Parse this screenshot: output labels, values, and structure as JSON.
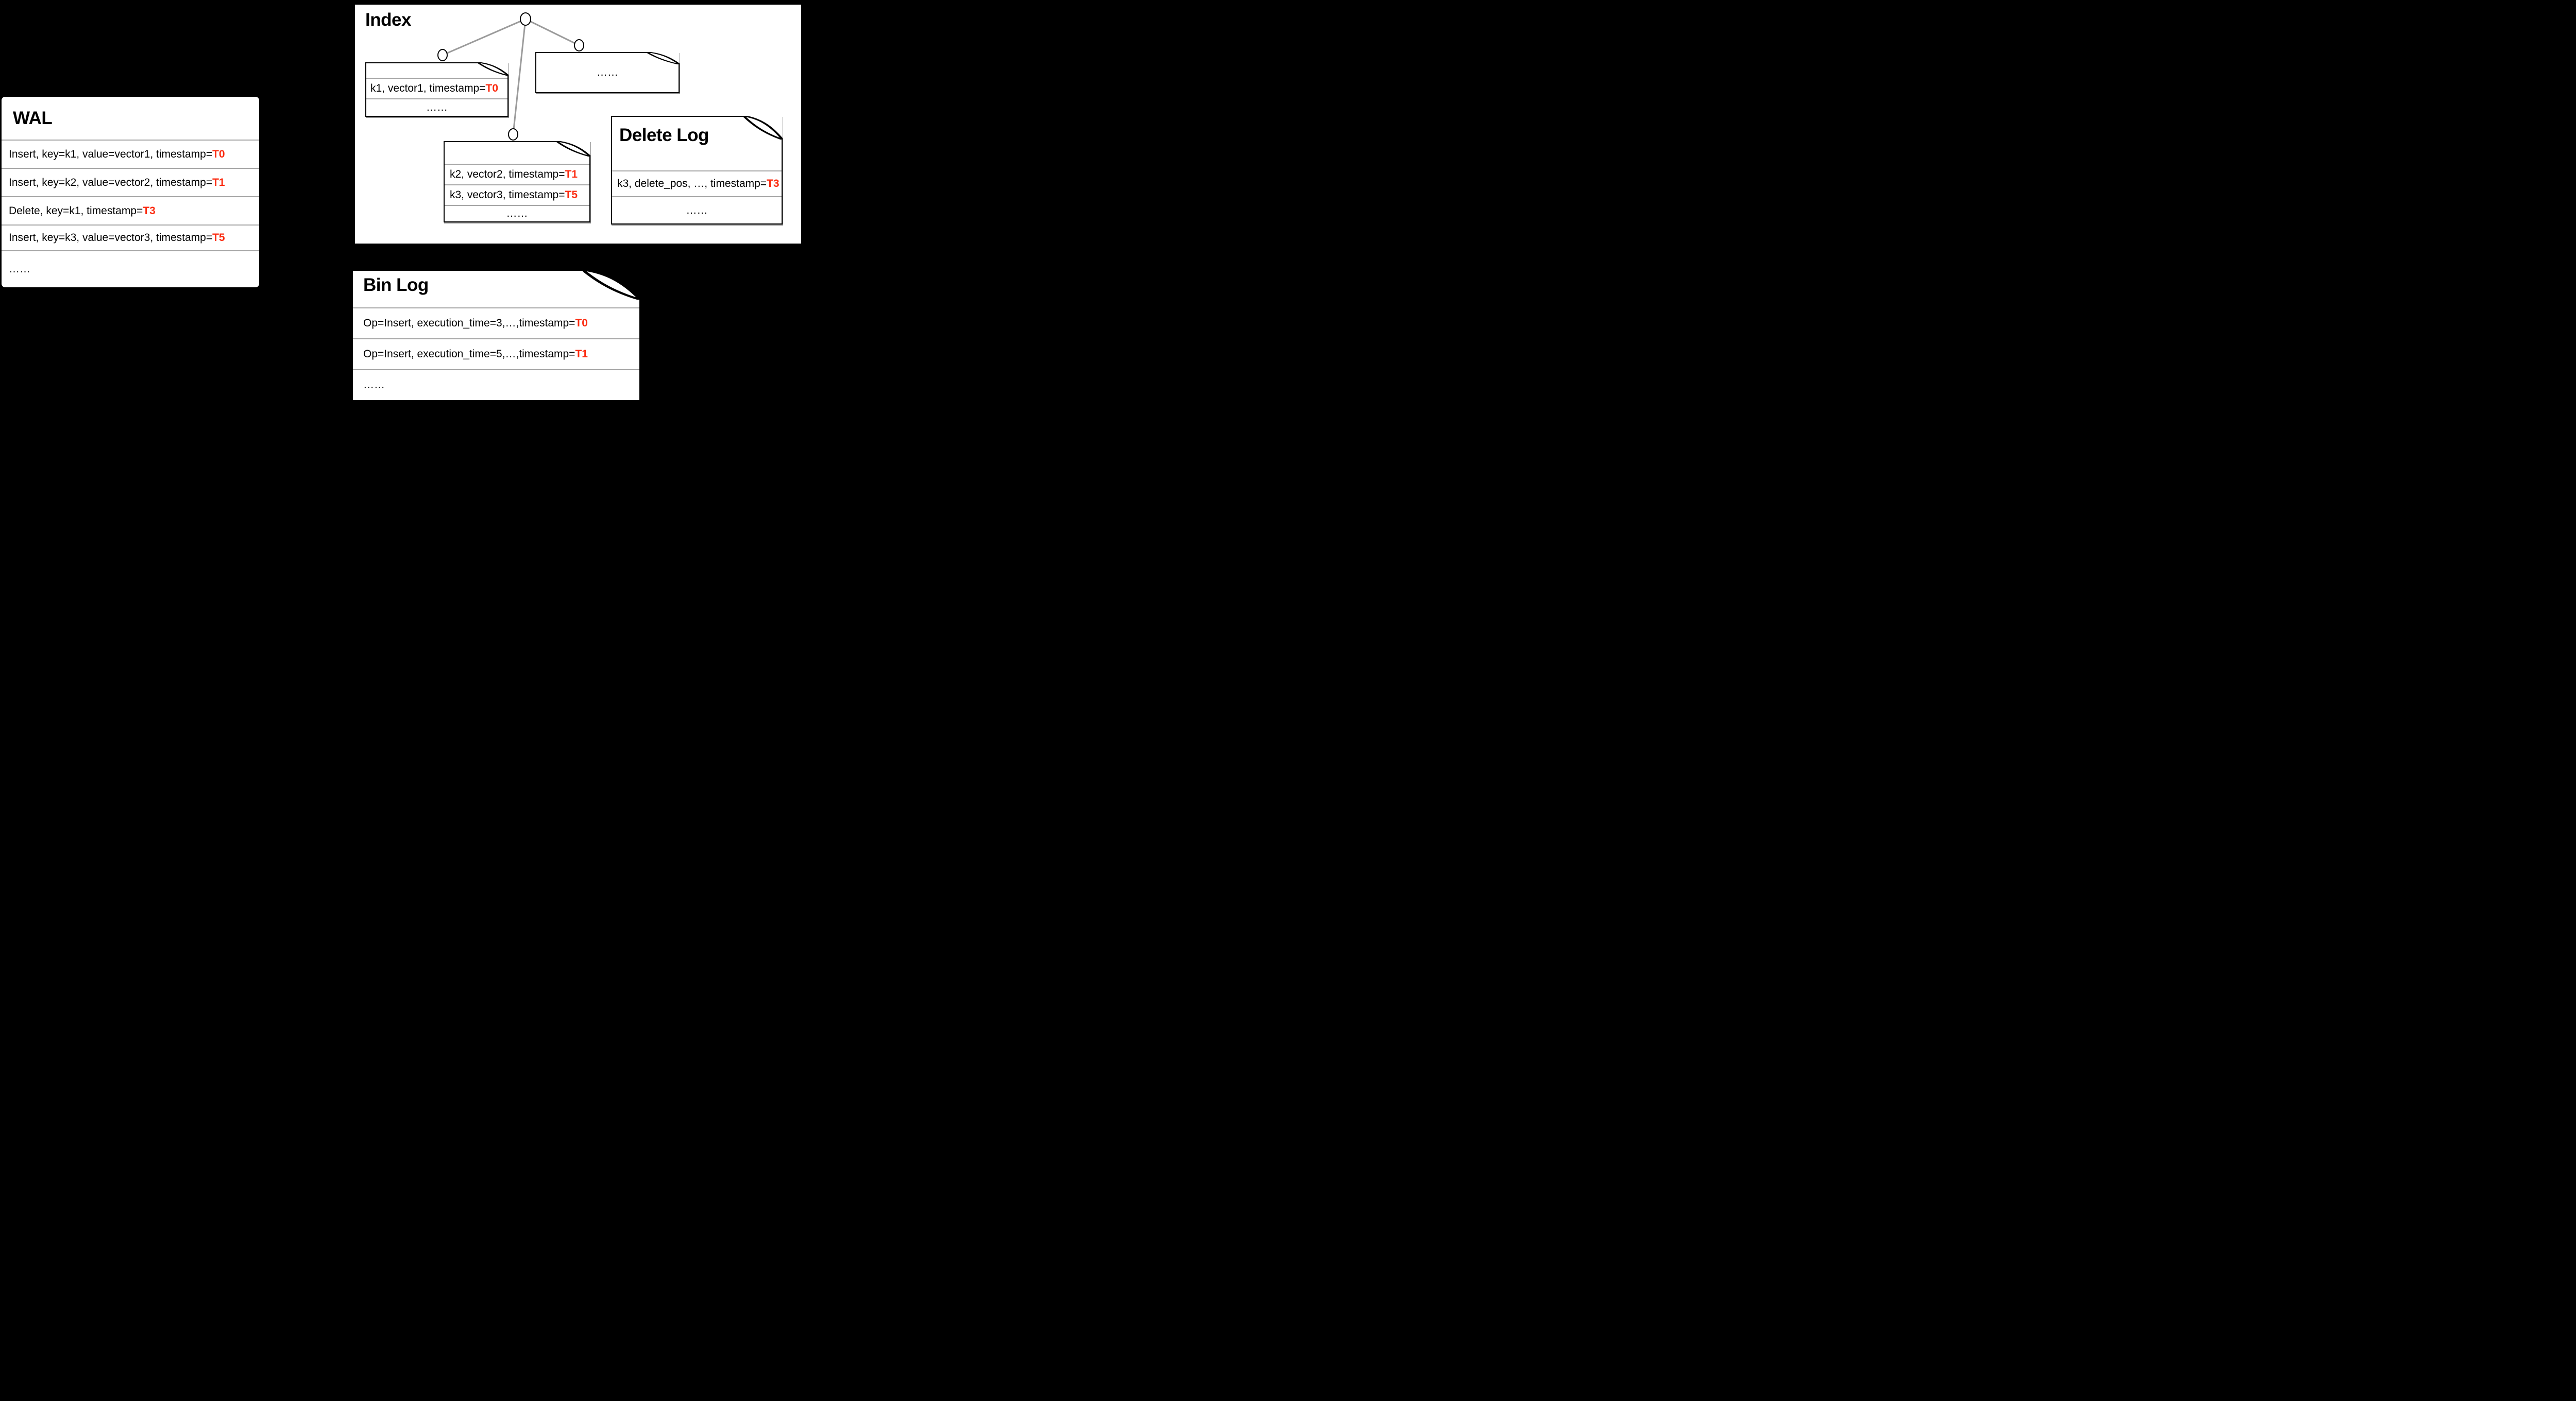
{
  "colors": {
    "background": "#000000",
    "surface": "#ffffff",
    "divider_gray": "#a6a6a6",
    "tree_edge_gray": "#9b9b9b",
    "accent_red": "#fb2b10",
    "border_black": "#000000"
  },
  "wal": {
    "title": "WAL",
    "rows": [
      {
        "prefix": "Insert, key=k1, value=vector1, timestamp=",
        "ts": "T0"
      },
      {
        "prefix": "Insert, key=k2, value=vector2, timestamp=",
        "ts": "T1"
      },
      {
        "prefix": "Delete, key=k1, timestamp=",
        "ts": "T3"
      },
      {
        "prefix": "Insert, key=k3, value=vector3, timestamp=",
        "ts": "T5"
      }
    ],
    "dots": "……"
  },
  "index": {
    "title": "Index",
    "pages": {
      "left": {
        "rows": [
          {
            "prefix": "k1, vector1, timestamp=",
            "ts": "T0"
          }
        ],
        "dots": "……"
      },
      "middle": {
        "rows": [
          {
            "prefix": "k2, vector2, timestamp=",
            "ts": "T1"
          },
          {
            "prefix": "k3, vector3, timestamp=",
            "ts": "T5"
          }
        ],
        "dots": "……"
      },
      "right": {
        "dots": "……"
      }
    }
  },
  "delete_log": {
    "title": "Delete Log",
    "rows": [
      {
        "prefix": "k3, delete_pos, …, timestamp=",
        "ts": "T3"
      }
    ],
    "dots": "……"
  },
  "bin_log": {
    "title": "Bin Log",
    "rows": [
      {
        "prefix": "Op=Insert, execution_time=3,…,timestamp=",
        "ts": "T0"
      },
      {
        "prefix": "Op=Insert, execution_time=5,…,timestamp=",
        "ts": "T1"
      }
    ],
    "dots": "……"
  }
}
